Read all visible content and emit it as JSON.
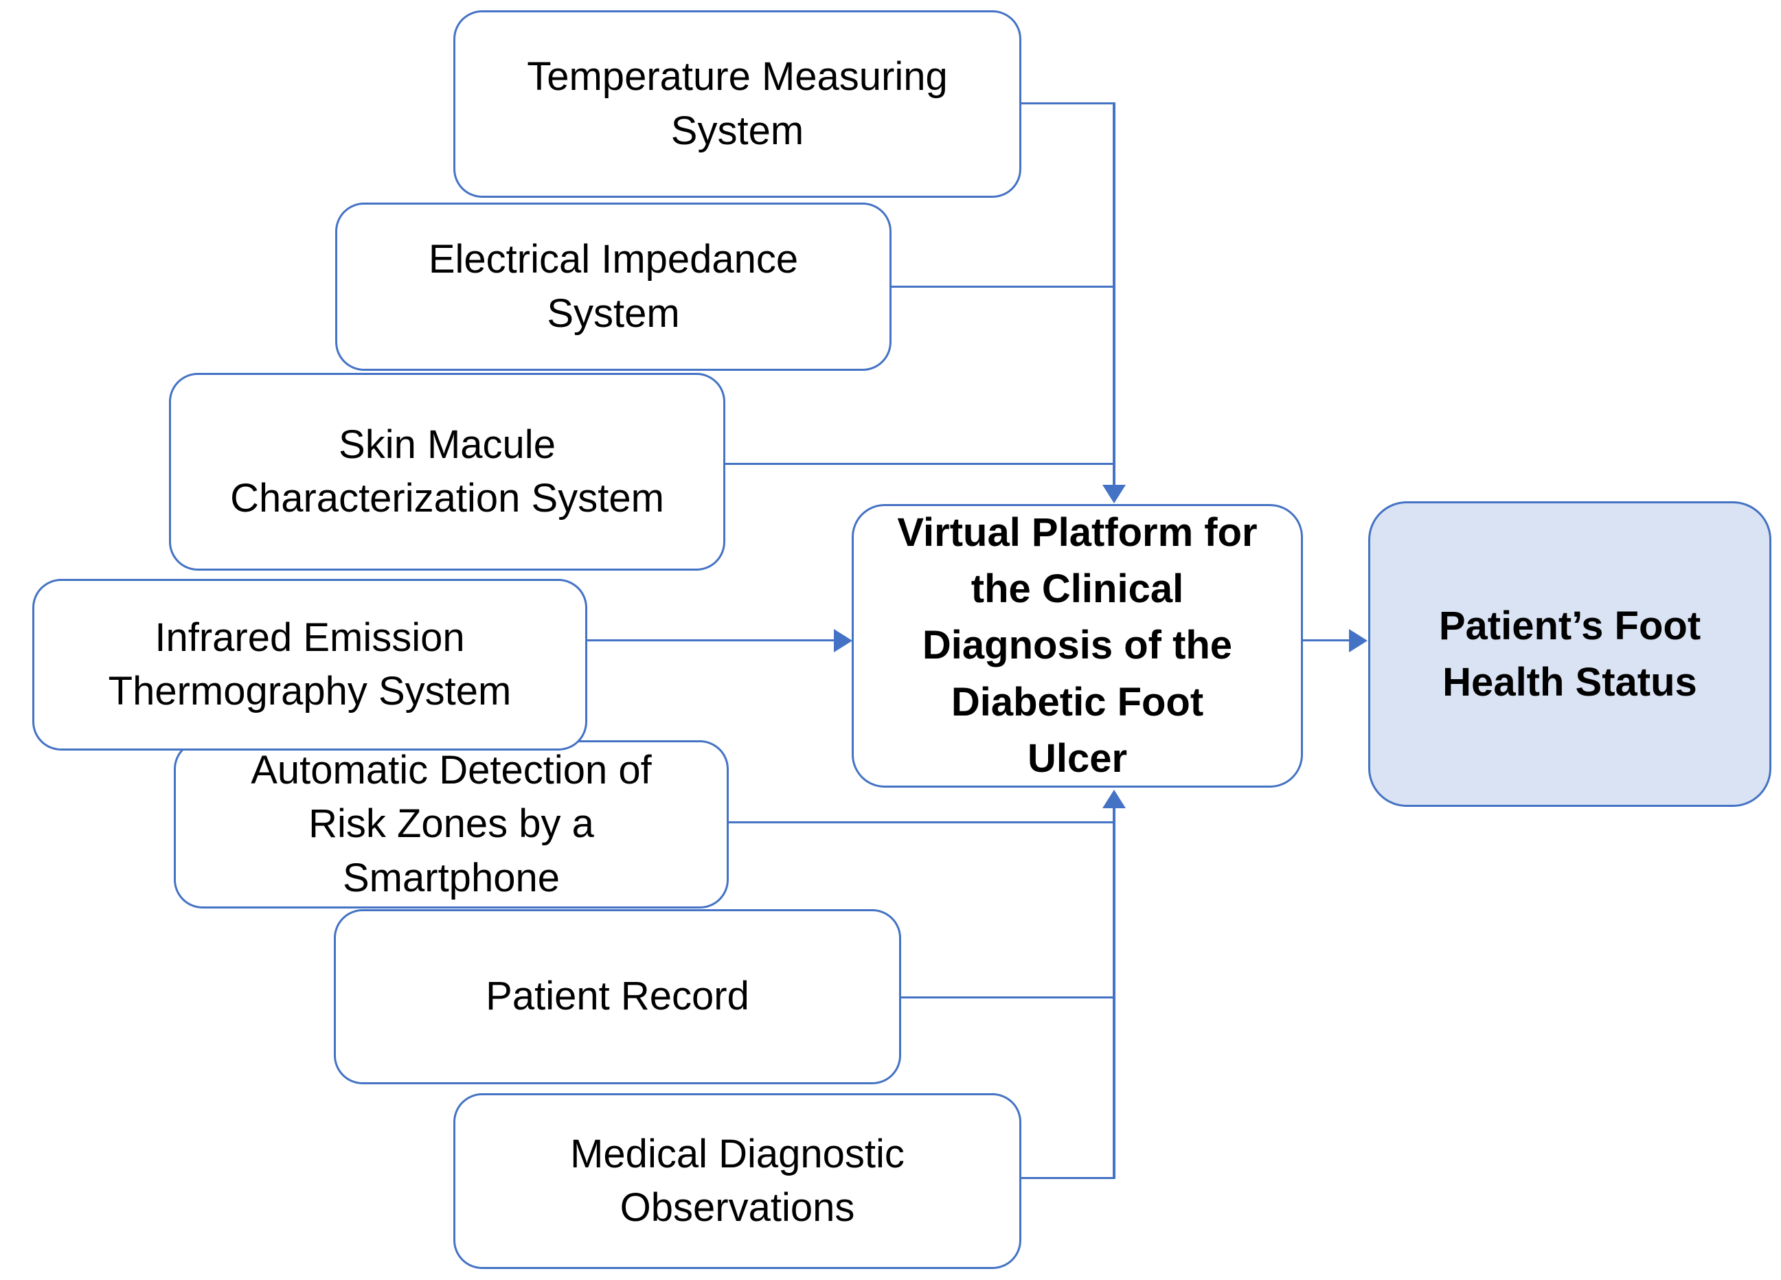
{
  "diagram": {
    "colors": {
      "line": "#4472c4",
      "input_fill": "#ffffff",
      "output_fill": "#dae3f3",
      "text": "#000000"
    },
    "inputs": [
      {
        "label": "Temperature Measuring\nSystem"
      },
      {
        "label": "Electrical Impedance\nSystem"
      },
      {
        "label": "Skin Macule\nCharacterization System"
      },
      {
        "label": "Infrared Emission\nThermography System"
      },
      {
        "label": "Automatic Detection of\nRisk Zones by a\nSmartphone"
      },
      {
        "label": "Patient Record"
      },
      {
        "label": "Medical Diagnostic\nObservations"
      }
    ],
    "platform": {
      "label": "Virtual Platform for\nthe Clinical\nDiagnosis of the\nDiabetic Foot\nUlcer"
    },
    "output": {
      "label": "Patient’s Foot\nHealth Status"
    }
  }
}
